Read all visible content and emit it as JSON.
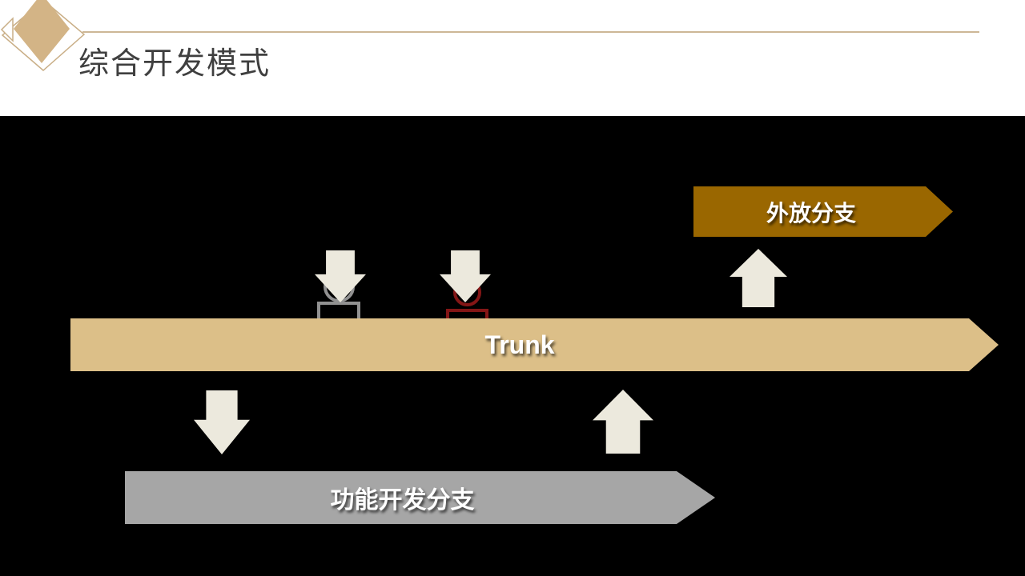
{
  "slide": {
    "title": "综合开发模式"
  },
  "diagram": {
    "trunk": {
      "label": "Trunk",
      "color": "#dcbf88"
    },
    "release_branch": {
      "label": "外放分支",
      "color": "#9a6700"
    },
    "feature_branch": {
      "label": "功能开发分支",
      "color": "#a6a6a6"
    },
    "developers": [
      {
        "id": "developer-gray",
        "color": "#919191"
      },
      {
        "id": "developer-red",
        "color": "#841616"
      }
    ],
    "flow_arrows": [
      {
        "id": "developer-gray-to-trunk",
        "direction": "down"
      },
      {
        "id": "developer-red-to-trunk",
        "direction": "down"
      },
      {
        "id": "trunk-to-release-branch",
        "direction": "up"
      },
      {
        "id": "trunk-to-feature-branch",
        "direction": "down"
      },
      {
        "id": "feature-branch-to-trunk",
        "direction": "up"
      }
    ],
    "flow_arrow_color": "#ece9dd",
    "background_color": "#000000"
  },
  "theme": {
    "accent_color": "#d3b486",
    "header_rule_color": "#cdb796",
    "title_color": "#3f3f3f",
    "header_background": "#ffffff"
  }
}
